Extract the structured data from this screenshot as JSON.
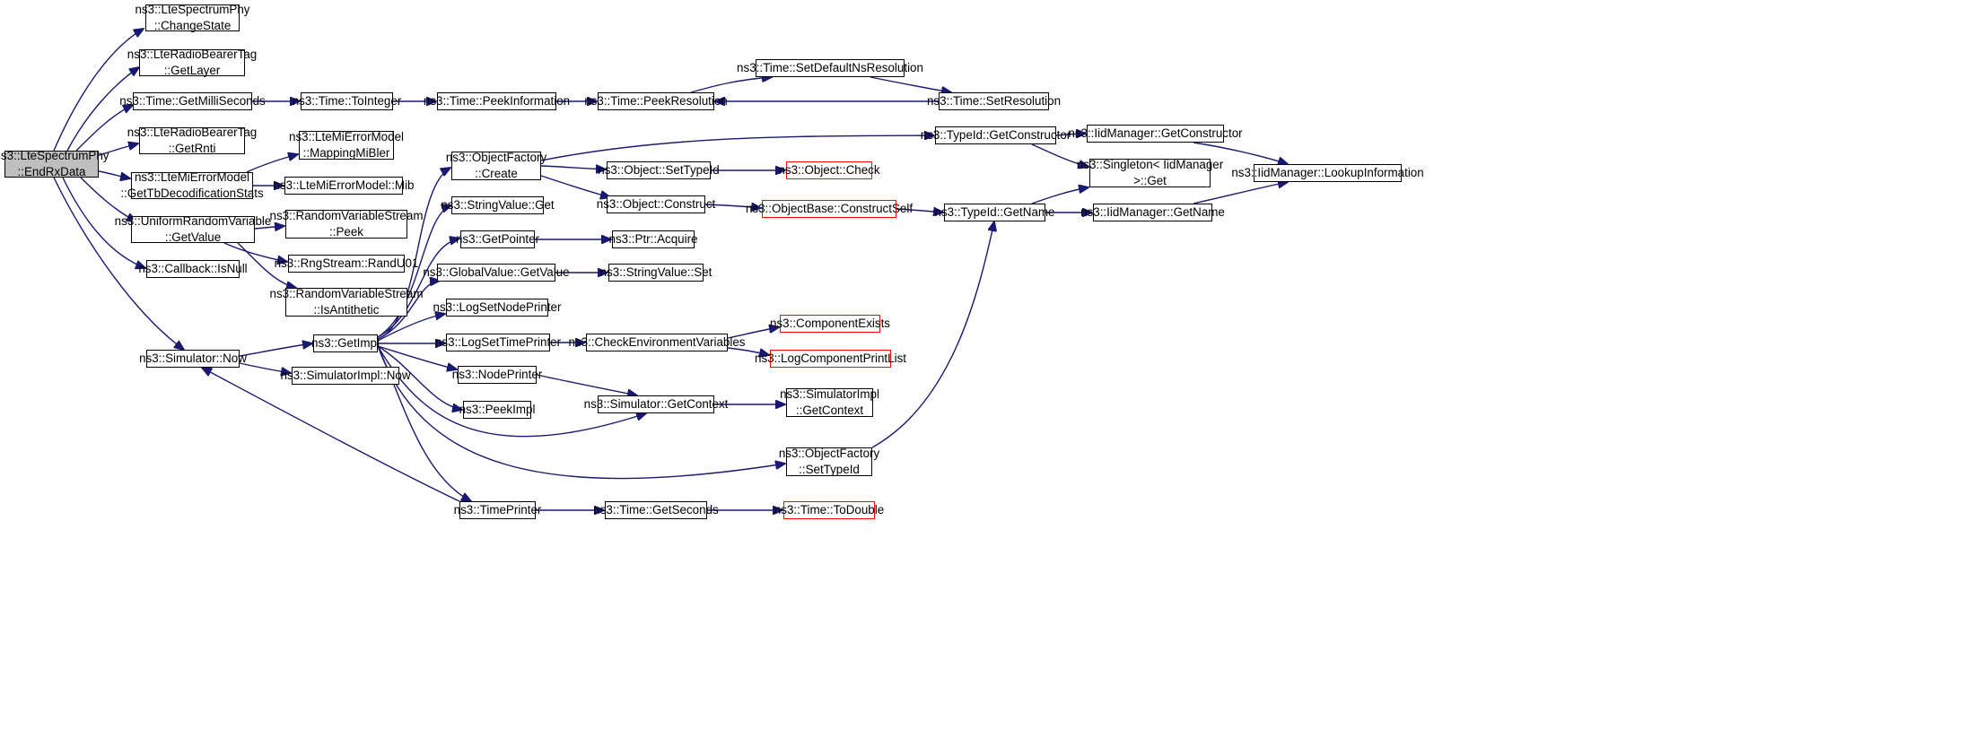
{
  "colors": {
    "edge": "#191970",
    "root_fill": "#bfbfbf",
    "node_border": "#000000",
    "incomplete_border": "#ff0000"
  },
  "nodes": [
    {
      "id": "root",
      "lines": [
        "ns3::LteSpectrumPhy",
        "::EndRxData"
      ],
      "style": "root"
    },
    {
      "id": "changestate",
      "lines": [
        "ns3::LteSpectrumPhy",
        "::ChangeState"
      ]
    },
    {
      "id": "getlayer",
      "lines": [
        "ns3::LteRadioBearerTag",
        "::GetLayer"
      ]
    },
    {
      "id": "getmilli",
      "lines": [
        "ns3::Time::GetMilliSeconds"
      ]
    },
    {
      "id": "getrnti",
      "lines": [
        "ns3::LteRadioBearerTag",
        "::GetRnti"
      ]
    },
    {
      "id": "gettbdecod",
      "lines": [
        "ns3::LteMiErrorModel",
        "::GetTbDecodificationStats"
      ]
    },
    {
      "id": "uniform",
      "lines": [
        "ns3::UniformRandomVariable",
        "::GetValue"
      ]
    },
    {
      "id": "isnull",
      "lines": [
        "ns3::Callback::IsNull"
      ]
    },
    {
      "id": "simnow",
      "lines": [
        "ns3::Simulator::Now"
      ]
    },
    {
      "id": "tointeger",
      "lines": [
        "ns3::Time::ToInteger"
      ]
    },
    {
      "id": "mappingmibler",
      "lines": [
        "ns3::LteMiErrorModel",
        "::MappingMiBler"
      ]
    },
    {
      "id": "mib",
      "lines": [
        "ns3::LteMiErrorModel::Mib"
      ]
    },
    {
      "id": "peek",
      "lines": [
        "ns3::RandomVariableStream",
        "::Peek"
      ]
    },
    {
      "id": "randu01",
      "lines": [
        "ns3::RngStream::RandU01"
      ]
    },
    {
      "id": "isantithetic",
      "lines": [
        "ns3::RandomVariableStream",
        "::IsAntithetic"
      ]
    },
    {
      "id": "getimpl",
      "lines": [
        "ns3::GetImpl"
      ]
    },
    {
      "id": "simimplnow",
      "lines": [
        "ns3::SimulatorImpl::Now"
      ]
    },
    {
      "id": "peekinfo",
      "lines": [
        "ns3::Time::PeekInformation"
      ]
    },
    {
      "id": "ofcreate",
      "lines": [
        "ns3::ObjectFactory",
        "::Create"
      ]
    },
    {
      "id": "stringget",
      "lines": [
        "ns3::StringValue::Get"
      ]
    },
    {
      "id": "getpointer",
      "lines": [
        "ns3::GetPointer"
      ]
    },
    {
      "id": "gvgetvalue",
      "lines": [
        "ns3::GlobalValue::GetValue"
      ]
    },
    {
      "id": "lognodeprinter",
      "lines": [
        "ns3::LogSetNodePrinter"
      ]
    },
    {
      "id": "logtimeprinter",
      "lines": [
        "ns3::LogSetTimePrinter"
      ]
    },
    {
      "id": "nodeprinter",
      "lines": [
        "ns3::NodePrinter"
      ]
    },
    {
      "id": "peekimpl",
      "lines": [
        "ns3::PeekImpl"
      ]
    },
    {
      "id": "timeprinter",
      "lines": [
        "ns3::TimePrinter"
      ]
    },
    {
      "id": "peekres",
      "lines": [
        "ns3::Time::PeekResolution"
      ]
    },
    {
      "id": "objsettypeid",
      "lines": [
        "ns3::Object::SetTypeId"
      ]
    },
    {
      "id": "objconstruct",
      "lines": [
        "ns3::Object::Construct"
      ]
    },
    {
      "id": "ptracquire",
      "lines": [
        "ns3::Ptr::Acquire"
      ]
    },
    {
      "id": "stringset",
      "lines": [
        "ns3::StringValue::Set"
      ]
    },
    {
      "id": "checkenv",
      "lines": [
        "ns3::CheckEnvironmentVariables"
      ]
    },
    {
      "id": "simgetcontext",
      "lines": [
        "ns3::Simulator::GetContext"
      ]
    },
    {
      "id": "getseconds",
      "lines": [
        "ns3::Time::GetSeconds"
      ]
    },
    {
      "id": "setdefaultns",
      "lines": [
        "ns3::Time::SetDefaultNsResolution"
      ]
    },
    {
      "id": "objcheck",
      "lines": [
        "ns3::Object::Check"
      ],
      "style": "red"
    },
    {
      "id": "constructself",
      "lines": [
        "ns3::ObjectBase::ConstructSelf"
      ],
      "style": "red"
    },
    {
      "id": "compexists",
      "lines": [
        "ns3::ComponentExists"
      ],
      "style": "red"
    },
    {
      "id": "logcomplist",
      "lines": [
        "ns3::LogComponentPrintList"
      ],
      "style": "red"
    },
    {
      "id": "simimplgetctx",
      "lines": [
        "ns3::SimulatorImpl",
        "::GetContext"
      ]
    },
    {
      "id": "ofsettypeid",
      "lines": [
        "ns3::ObjectFactory",
        "::SetTypeId"
      ]
    },
    {
      "id": "todouble",
      "lines": [
        "ns3::Time::ToDouble"
      ],
      "style": "red"
    },
    {
      "id": "setresolution",
      "lines": [
        "ns3::Time::SetResolution"
      ]
    },
    {
      "id": "tidgetctor",
      "lines": [
        "ns3::TypeId::GetConstructor"
      ]
    },
    {
      "id": "tidgetname",
      "lines": [
        "ns3::TypeId::GetName"
      ]
    },
    {
      "id": "iidgetctor",
      "lines": [
        "ns3::IidManager::GetConstructor"
      ]
    },
    {
      "id": "singletonget",
      "lines": [
        "ns3::Singleton< IidManager",
        ">::Get"
      ]
    },
    {
      "id": "iidgetname",
      "lines": [
        "ns3::IidManager::GetName"
      ]
    },
    {
      "id": "lookupinfo",
      "lines": [
        "ns3::IidManager::LookupInformation"
      ]
    }
  ],
  "edges": [
    [
      "root",
      "changestate"
    ],
    [
      "root",
      "getlayer"
    ],
    [
      "root",
      "getmilli"
    ],
    [
      "root",
      "getrnti"
    ],
    [
      "root",
      "gettbdecod"
    ],
    [
      "root",
      "uniform"
    ],
    [
      "root",
      "isnull"
    ],
    [
      "root",
      "simnow"
    ],
    [
      "getmilli",
      "tointeger"
    ],
    [
      "tointeger",
      "peekinfo"
    ],
    [
      "peekinfo",
      "peekres"
    ],
    [
      "peekres",
      "setdefaultns"
    ],
    [
      "setdefaultns",
      "setresolution"
    ],
    [
      "setresolution",
      "peekres"
    ],
    [
      "gettbdecod",
      "mappingmibler"
    ],
    [
      "gettbdecod",
      "mib"
    ],
    [
      "uniform",
      "peek"
    ],
    [
      "uniform",
      "randu01"
    ],
    [
      "uniform",
      "isantithetic"
    ],
    [
      "simnow",
      "getimpl"
    ],
    [
      "simnow",
      "simimplnow"
    ],
    [
      "getimpl",
      "ofcreate"
    ],
    [
      "getimpl",
      "stringget"
    ],
    [
      "getimpl",
      "getpointer"
    ],
    [
      "getimpl",
      "gvgetvalue"
    ],
    [
      "getimpl",
      "lognodeprinter"
    ],
    [
      "getimpl",
      "logtimeprinter"
    ],
    [
      "getimpl",
      "nodeprinter"
    ],
    [
      "getimpl",
      "peekimpl"
    ],
    [
      "getimpl",
      "timeprinter"
    ],
    [
      "getimpl",
      "simgetcontext"
    ],
    [
      "getimpl",
      "ofsettypeid"
    ],
    [
      "ofcreate",
      "tidgetctor"
    ],
    [
      "ofcreate",
      "objsettypeid"
    ],
    [
      "ofcreate",
      "objconstruct"
    ],
    [
      "objsettypeid",
      "objcheck"
    ],
    [
      "objconstruct",
      "constructself"
    ],
    [
      "constructself",
      "tidgetname"
    ],
    [
      "getpointer",
      "ptracquire"
    ],
    [
      "gvgetvalue",
      "stringset"
    ],
    [
      "logtimeprinter",
      "checkenv"
    ],
    [
      "checkenv",
      "compexists"
    ],
    [
      "checkenv",
      "logcomplist"
    ],
    [
      "nodeprinter",
      "simgetcontext"
    ],
    [
      "simgetcontext",
      "simimplgetctx"
    ],
    [
      "timeprinter",
      "simnow"
    ],
    [
      "timeprinter",
      "getseconds"
    ],
    [
      "getseconds",
      "todouble"
    ],
    [
      "ofsettypeid",
      "tidgetname"
    ],
    [
      "tidgetctor",
      "iidgetctor"
    ],
    [
      "tidgetctor",
      "singletonget"
    ],
    [
      "tidgetname",
      "singletonget"
    ],
    [
      "tidgetname",
      "iidgetname"
    ],
    [
      "iidgetctor",
      "lookupinfo"
    ],
    [
      "iidgetname",
      "lookupinfo"
    ]
  ]
}
